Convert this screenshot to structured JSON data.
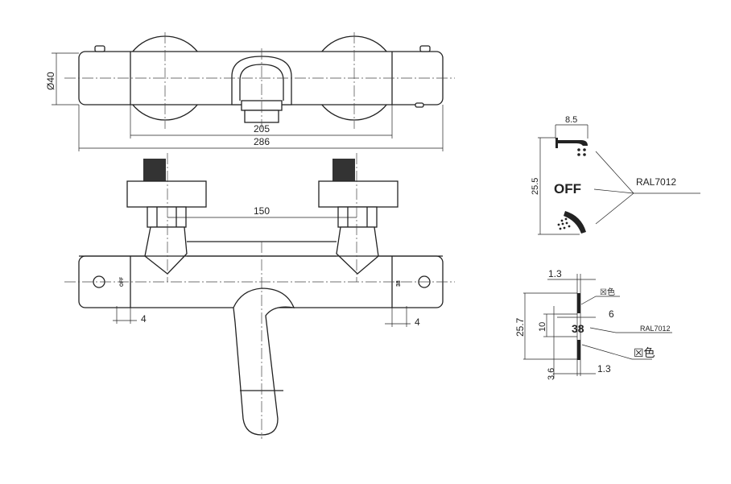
{
  "top_view": {
    "diameter_label": "Ø40",
    "dim_inner": "205",
    "dim_overall": "286"
  },
  "front_view": {
    "dim_centers": "150",
    "dim_left_offset": "4",
    "dim_right_offset": "4",
    "handle_left_label": "OFF",
    "handle_right_label": "38"
  },
  "symbol_detail": {
    "dim_width": "8.5",
    "dim_height": "25.5",
    "off_label": "OFF",
    "color_label": "RAL7012"
  },
  "scale_detail": {
    "dim_top": "1.3",
    "color_top": "☒色",
    "dim_6": "6",
    "dim_height": "25.7",
    "dim_10": "10",
    "temp_label": "38",
    "color_label": "RAL7012",
    "color_bottom": "☒色",
    "dim_bottom_offset": "3.6",
    "dim_bottom": "1.3"
  },
  "colors": {
    "line": "#222222",
    "background": "#ffffff"
  }
}
